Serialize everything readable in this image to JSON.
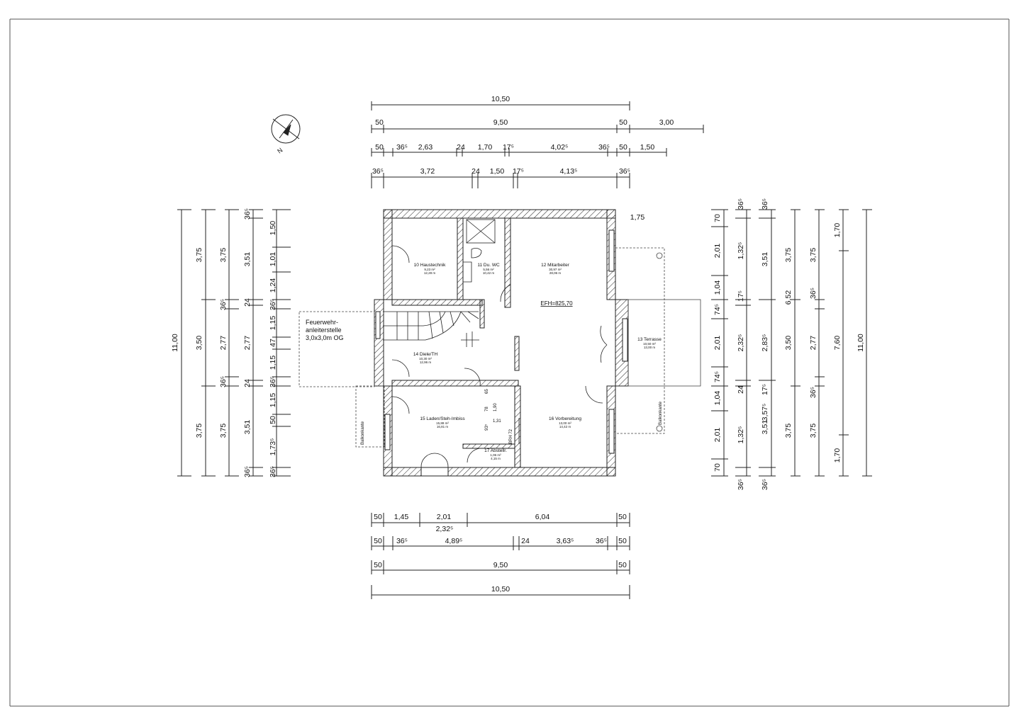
{
  "north": {
    "label": "N",
    "icon": "north-arrow-icon"
  },
  "top_dims": {
    "row1": [
      "10,50"
    ],
    "row2": [
      "50",
      "9,50",
      "50",
      "3,00"
    ],
    "row3": [
      "50",
      "36⁵",
      "2,63",
      "24",
      "1,70",
      "17⁵",
      "4,02⁵",
      "36⁵",
      "50",
      "1,50"
    ],
    "row4": [
      "36⁵",
      "3,72",
      "24",
      "1,50",
      "17⁵",
      "4,13⁵",
      "36⁵"
    ],
    "terrace_width": "1,75"
  },
  "bottom_dims": {
    "row1": [
      "50",
      "1,45",
      "2,01",
      "6,04",
      "50"
    ],
    "row1_sub": "2,32⁵",
    "row2": [
      "50",
      "36⁵",
      "4,89⁵",
      "24",
      "3,63⁵",
      "36⁵",
      "50"
    ],
    "row3": [
      "50",
      "9,50",
      "50"
    ],
    "row4": [
      "10,50"
    ]
  },
  "left_dims": {
    "col1": [
      "11,00"
    ],
    "col2": [
      "3,75",
      "3,50",
      "3,75"
    ],
    "col3": [
      "3,75",
      "36⁵",
      "2,77",
      "36⁵",
      "3,75"
    ],
    "col4": [
      "36⁵",
      "3,51",
      "24",
      "2,77",
      "24",
      "3,51",
      "36⁵"
    ],
    "col5": [
      "1,50",
      "1,01",
      "1,24",
      "36⁵",
      "1,15",
      "47",
      "1,15",
      "36⁵",
      "1,15",
      "50",
      "1,73⁵",
      "36⁵"
    ]
  },
  "right_dims": {
    "col1": [
      "70",
      "2,01",
      "1,04",
      "74⁵",
      "2,01",
      "74⁵",
      "1,04",
      "2,01",
      "70"
    ],
    "col2": [
      "36⁵",
      "1,32⁵",
      "17⁵",
      "2,32⁵",
      "24",
      "1,32⁵",
      "36⁵"
    ],
    "col3": [
      "3,51",
      "2,83⁵",
      "3,51"
    ],
    "col4": [
      "36⁵",
      "6,52",
      "17⁵",
      "3,57⁵",
      "36⁵"
    ],
    "col5": [
      "3,75",
      "3,50",
      "3,75"
    ],
    "col6": [
      "3,75",
      "36⁵",
      "2,77",
      "36⁵",
      "3,75"
    ],
    "col7": [
      "1,70",
      "7,60",
      "1,70"
    ],
    "col8": [
      "11,00"
    ]
  },
  "rooms": [
    {
      "name": "10 Haustechnik",
      "area": "9,23 m²",
      "perimeter": "12,28 m"
    },
    {
      "name": "11 Du. WC",
      "area": "5,56 m²",
      "perimeter": "10,42 m"
    },
    {
      "name": "12 Mitarbeiter",
      "area": "30,97 m²",
      "perimeter": "28,06 m"
    },
    {
      "name": "13 Terrasse",
      "area": "10,50 m²",
      "perimeter": "13,00 m"
    },
    {
      "name": "14 Diele/TH",
      "area": "10,30 m²",
      "perimeter": "12,96 m"
    },
    {
      "name": "15 Laden/Steh-Imbiss",
      "area": "15,88 m²",
      "perimeter": "16,81 m"
    },
    {
      "name": "16 Vorbereitung",
      "area": "13,00 m²",
      "perimeter": "14,42 m"
    },
    {
      "name": "17 Abstellr.",
      "area": "1,06 m²",
      "perimeter": "4,15 m"
    }
  ],
  "efh": "EFH=825,70",
  "fire_access": [
    "Feuerwehr-",
    "anleiterstelle",
    "3,0x3,0m OG"
  ],
  "balcony_edge": "Balkonkante",
  "balcony_edge_right": "Balkonkante",
  "inner_dims": [
    "65",
    "78",
    "1,90",
    "93⁵",
    "1,31",
    "BRH 72"
  ]
}
